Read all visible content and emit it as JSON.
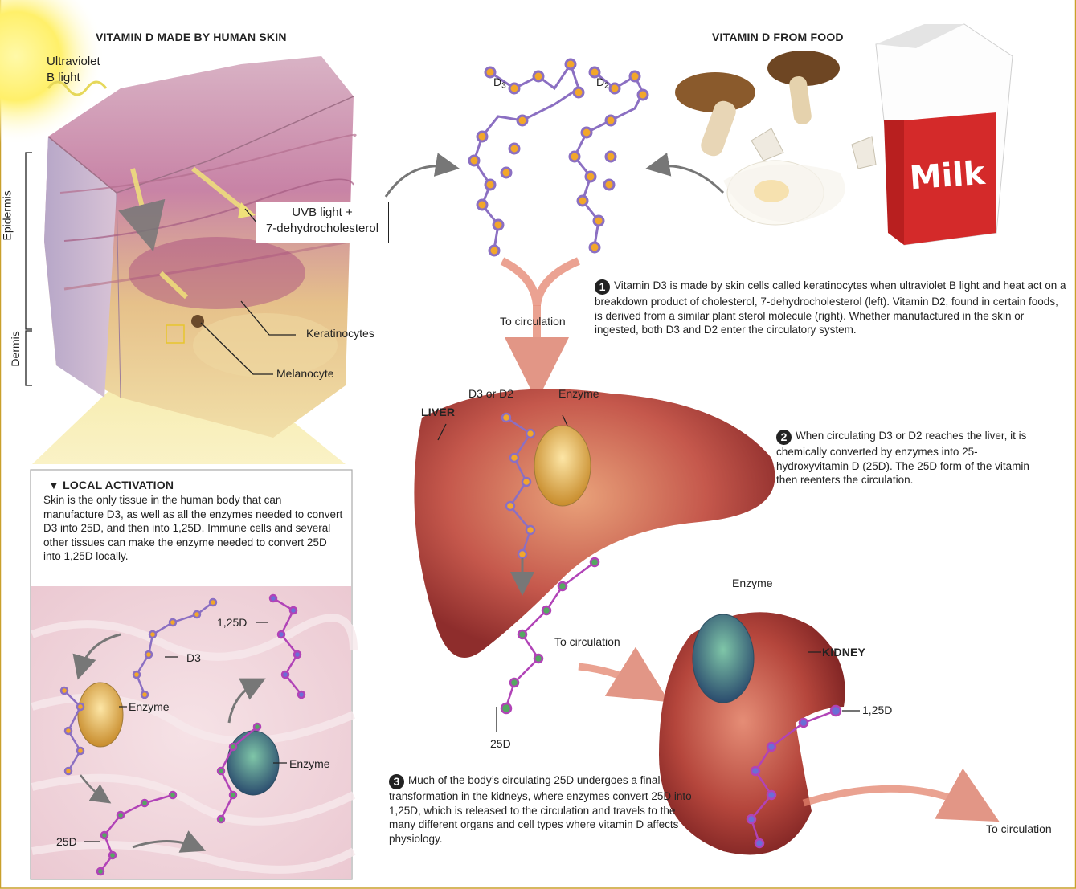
{
  "skin": {
    "heading": "VITAMIN D MADE BY HUMAN SKIN",
    "uv_label_1": "Ultraviolet",
    "uv_label_2": "B light",
    "epidermis": "Epidermis",
    "dermis": "Dermis",
    "callout_1": "UVB light +",
    "callout_2": "7-dehydrocholesterol",
    "keratinocytes": "Keratinocytes",
    "melanocyte": "Melanocyte"
  },
  "food": {
    "heading": "VITAMIN D FROM FOOD",
    "milk_label": "Milk"
  },
  "molecules": {
    "d3_base": "D",
    "d3_sub": "3",
    "d2_base": "D",
    "d2_sub": "2"
  },
  "labels": {
    "to_circulation": "To circulation"
  },
  "liver": {
    "label": "LIVER",
    "substrate": "D3 or D2",
    "enzyme": "Enzyme",
    "product": "25D"
  },
  "kidney": {
    "label": "KIDNEY",
    "enzyme": "Enzyme",
    "product": "1,25D"
  },
  "steps": [
    {
      "number": "1",
      "text": "Vitamin D3 is made by skin cells called keratinocytes when ultraviolet B light and heat act on a breakdown product of cholesterol, 7-dehydrocholesterol (left). Vitamin D2, found in certain foods, is derived from a similar plant sterol molecule (right). Whether manufactured in the skin or ingested, both D3 and D2 enter the circulatory system."
    },
    {
      "number": "2",
      "text": "When circulating D3 or D2 reaches the liver, it is chemically converted by enzymes into 25-hydroxyvitamin D (25D). The 25D form of the vitamin then reenters the circulation."
    },
    {
      "number": "3",
      "text": "Much of the body’s circulating 25D undergoes a final transformation in the kidneys, where enzymes convert 25D into 1,25D, which is released to the circulation and travels to the many different organs and cell types where vitamin D affects physiology."
    }
  ],
  "local": {
    "heading": "▼ LOCAL ACTIVATION",
    "text": "Skin is the only tissue in the human body that can manufacture D3, as well as all the enzymes needed to convert D3 into 25D, and then into 1,25D. Immune cells and several other tissues can make the enzyme needed to convert 25D into 1,25D locally.",
    "d3": "D3",
    "d125": "1,25D",
    "enzyme": "Enzyme",
    "d25": "25D"
  },
  "colors": {
    "frame": "#c9a02b",
    "arrow_grey": "#777777",
    "arrow_salmon": "#e4836d",
    "molecule_orange": "#f2a72a",
    "molecule_green": "#55a862",
    "molecule_blue": "#6b6ed6",
    "bond_purple": "#b143b7"
  }
}
